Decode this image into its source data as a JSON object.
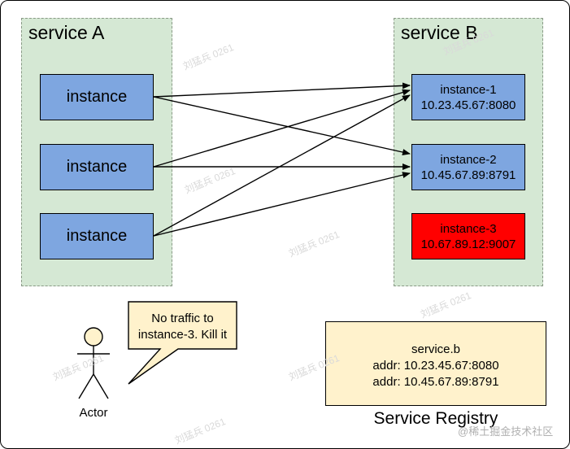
{
  "service_a": {
    "title": "service A",
    "instances": [
      "instance",
      "instance",
      "instance"
    ]
  },
  "service_b": {
    "title": "service B",
    "instances": [
      {
        "name": "instance-1",
        "addr": "10.23.45.67:8080",
        "color": "#7ea6e0"
      },
      {
        "name": "instance-2",
        "addr": "10.45.67.89:8791",
        "color": "#7ea6e0"
      },
      {
        "name": "instance-3",
        "addr": "10.67.89.12:9007",
        "color": "#ff0000"
      }
    ]
  },
  "actor": {
    "label": "Actor",
    "callout_line1": "No traffic to",
    "callout_line2": "instance-3. Kill it"
  },
  "registry": {
    "service": "service.b",
    "addr_1": "addr: 10.23.45.67:8080",
    "addr_2": "addr: 10.45.67.89:8791",
    "label": "Service Registry"
  },
  "connections": [
    {
      "from": "instance A1",
      "to": "instance-1"
    },
    {
      "from": "instance A1",
      "to": "instance-2"
    },
    {
      "from": "instance A2",
      "to": "instance-1"
    },
    {
      "from": "instance A2",
      "to": "instance-2"
    },
    {
      "from": "instance A3",
      "to": "instance-1"
    },
    {
      "from": "instance A3",
      "to": "instance-2"
    }
  ],
  "watermarks": {
    "faint": "刘猛兵 0261",
    "brand": "@稀土掘金技术社区"
  },
  "colors": {
    "group_fill": "#d5e8d4",
    "instance_fill": "#7ea6e0",
    "dead_fill": "#ff0000",
    "note_fill": "#fff2cc"
  }
}
